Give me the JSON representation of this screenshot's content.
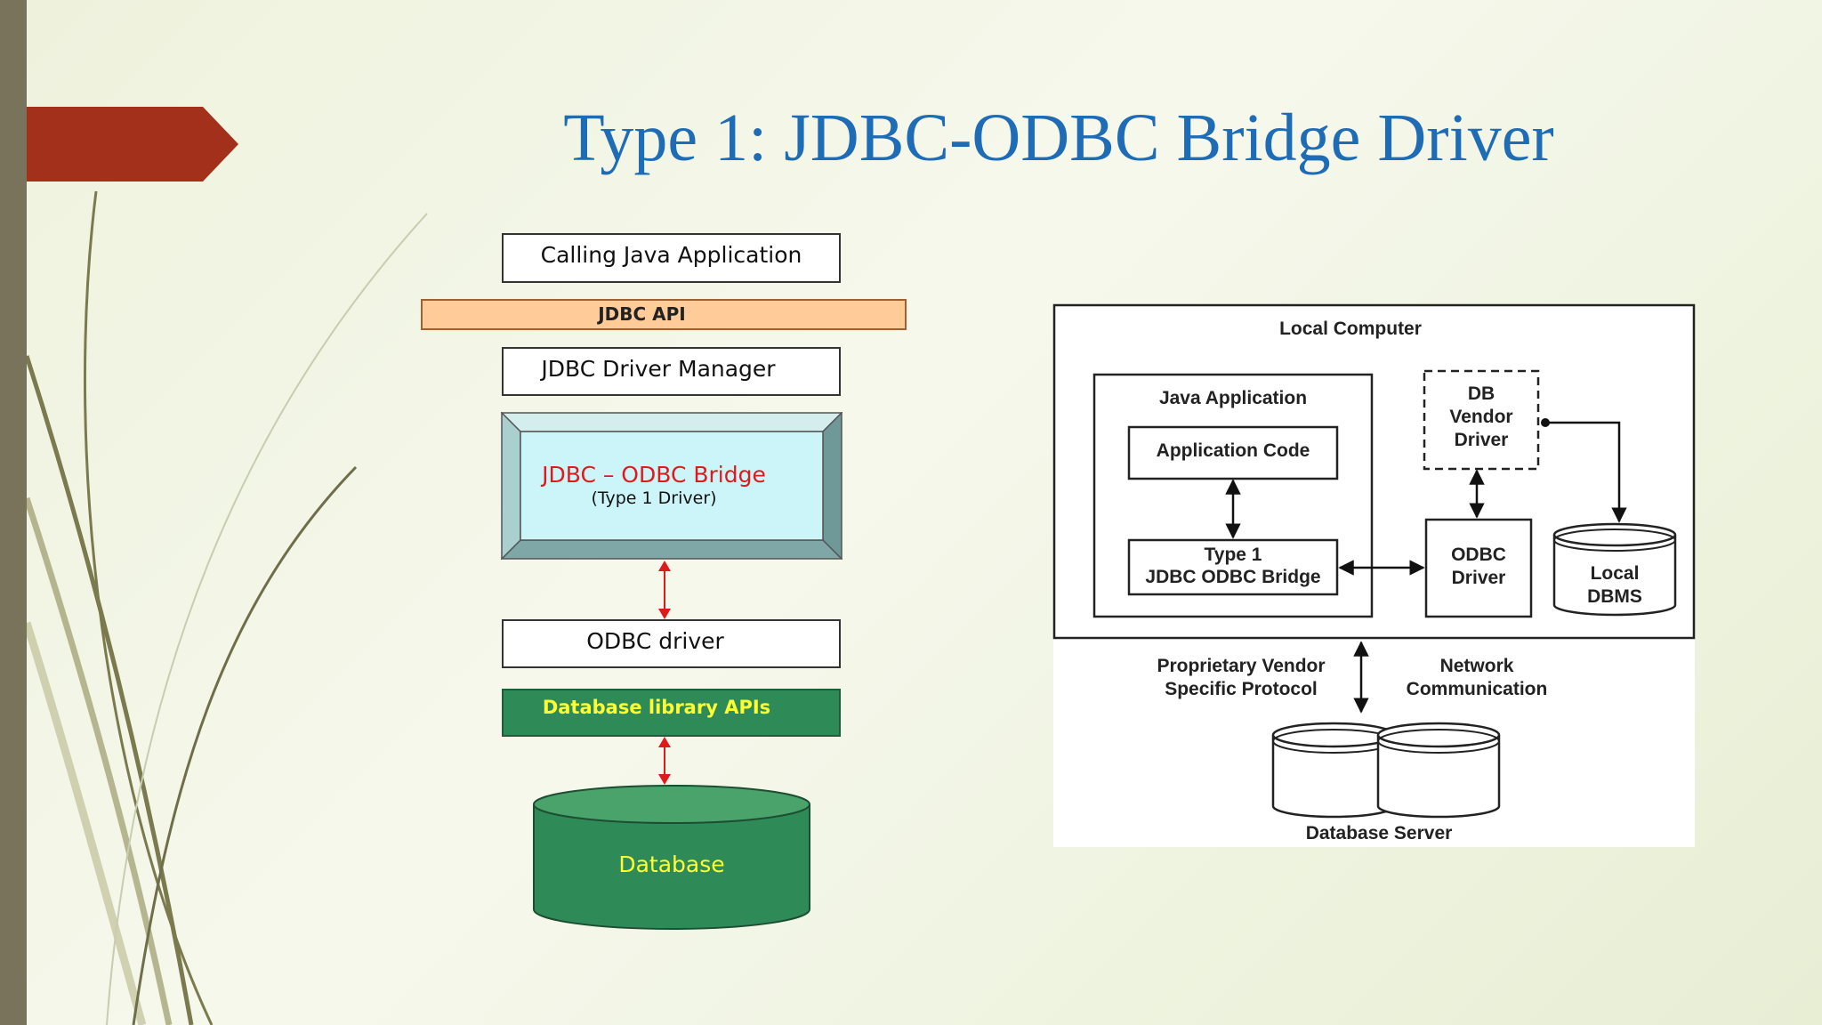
{
  "slide": {
    "title": "Type 1: JDBC-ODBC Bridge Driver",
    "accent_color": "#a2301a",
    "title_color": "#1f6cb6"
  },
  "left_diagram": {
    "calling_app": "Calling Java Application",
    "jdbc_api": "JDBC API",
    "driver_manager": "JDBC Driver Manager",
    "bridge_title": "JDBC – ODBC Bridge",
    "bridge_subtitle": "(Type 1 Driver)",
    "odbc_driver": "ODBC driver",
    "db_library": "Database library APIs",
    "database": "Database"
  },
  "right_diagram": {
    "local_computer": "Local Computer",
    "java_application": "Java Application",
    "application_code": "Application Code",
    "type1_line1": "Type 1",
    "type1_line2": "JDBC ODBC Bridge",
    "db_vendor_line1": "DB",
    "db_vendor_line2": "Vendor",
    "db_vendor_line3": "Driver",
    "odbc_line1": "ODBC",
    "odbc_line2": "Driver",
    "local_dbms_line1": "Local",
    "local_dbms_line2": "DBMS",
    "proprietary_line1": "Proprietary Vendor",
    "proprietary_line2": "Specific  Protocol",
    "network_line1": "Network",
    "network_line2": "Communication",
    "database_server": "Database Server"
  }
}
